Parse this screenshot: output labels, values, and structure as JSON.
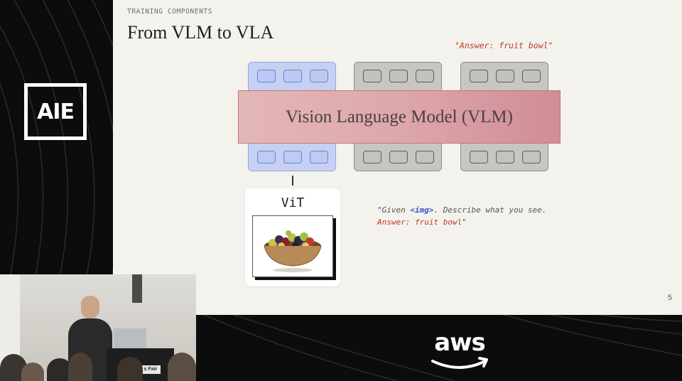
{
  "slide": {
    "section_label": "TRAINING COMPONENTS",
    "title": "From VLM to VLA",
    "page_number": "5",
    "answer_top": "\"Answer: fruit bowl\"",
    "vlm_label": "Vision Language Model (VLM)",
    "vit_label": "ViT",
    "prompt": {
      "part1": "\"Given ",
      "img_tag": "<img>",
      "part2": ". Describe what you see. ",
      "answer": "Answer: fruit bowl",
      "part3": "\""
    }
  },
  "branding": {
    "logo_text": "AIE",
    "sponsor_text": "aws",
    "podium_sign": "s Fair"
  },
  "icons": [
    "fruit-bowl-image",
    "aws-smile-icon"
  ],
  "colors": {
    "answer_red": "#c0392b",
    "img_tag_blue": "#3f51c9",
    "token_blue": "#c6d0f2",
    "token_gray": "#c7c6c2",
    "vlm_fill": "#dda7ac"
  }
}
